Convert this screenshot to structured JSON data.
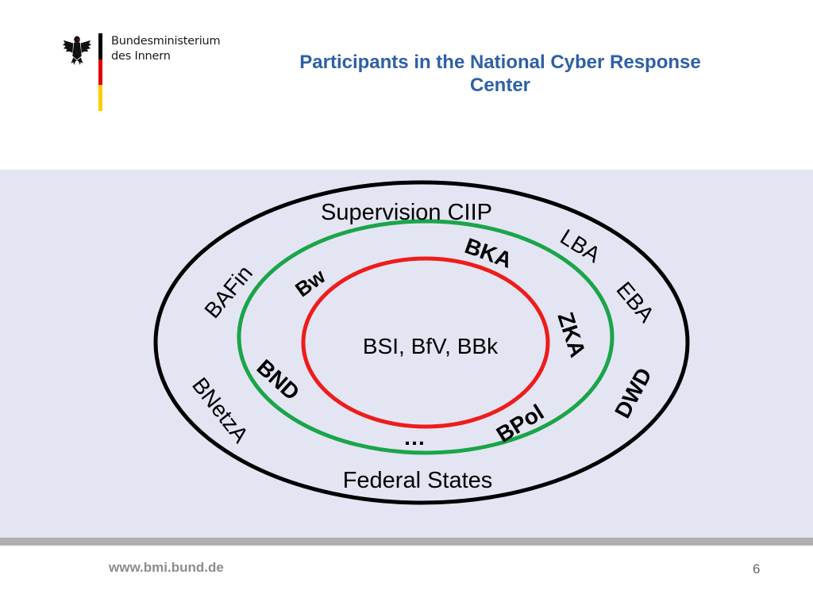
{
  "header": {
    "logo_line1": "Bundesministerium",
    "logo_line2": "des Innern",
    "title_line1": "Participants in the National Cyber Response",
    "title_line2": "Center"
  },
  "diagram": {
    "outer_ring_color": "#000000",
    "middle_ring_color": "#1aa54a",
    "inner_ring_color": "#ee1c1c",
    "core_label": "BSI, BfV, BBk",
    "middle_ring": {
      "label_top": "Supervision CIIP",
      "label_bottom": "Federal States",
      "members": [
        "BKA",
        "Bw",
        "ZKA",
        "BND",
        "BPol",
        "…"
      ]
    },
    "outer_ring": {
      "members": [
        "BAFin",
        "LBA",
        "EBA",
        "DWD",
        "BNetzA"
      ]
    }
  },
  "footer": {
    "url": "www.bmi.bund.de",
    "page_number": "6"
  }
}
